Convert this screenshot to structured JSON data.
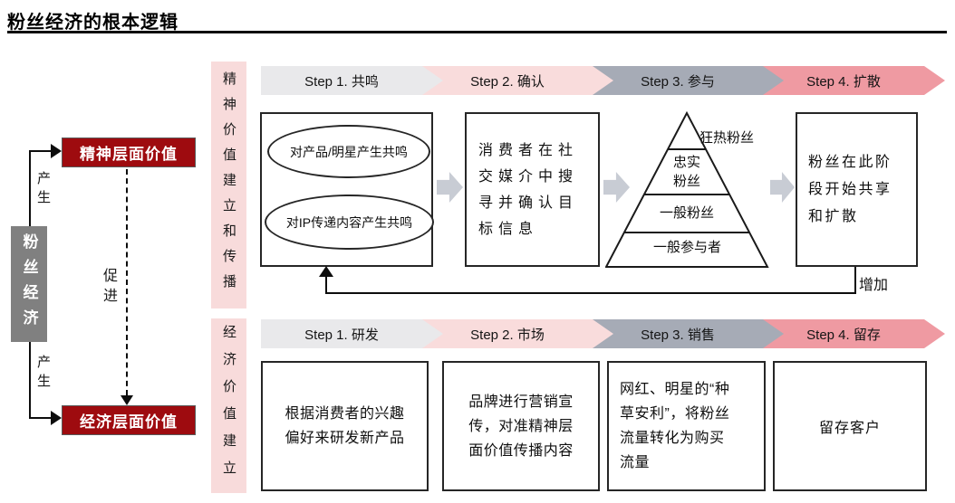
{
  "title": "粉丝经济的根本逻辑",
  "left_panel": {
    "source_box": "粉丝经济",
    "spiritual_value_box": "精神层面价值",
    "economic_value_box": "经济层面价值",
    "generate_label_top": "产生",
    "generate_label_bottom": "产生",
    "promote_label": "促进"
  },
  "spiritual_section": {
    "side_label": "精神价值建立和传播",
    "steps": [
      {
        "label": "Step 1. 共鸣"
      },
      {
        "label": "Step 2. 确认"
      },
      {
        "label": "Step 3. 参与"
      },
      {
        "label": "Step 4. 扩散"
      }
    ],
    "resonance_ellipse_1": "对产品/明星产生共鸣",
    "resonance_ellipse_2": "对IP传递内容产生共鸣",
    "confirm_box": "消费者在社\n交媒介中搜\n寻并确认目\n标信息",
    "pyramid": {
      "level_1": "狂热粉丝",
      "level_2": "忠实\n粉丝",
      "level_3": "一般粉丝",
      "level_4": "一般参与者"
    },
    "spread_box": "粉丝在此阶\n段开始共享\n和扩散",
    "feedback_label": "增加"
  },
  "economic_section": {
    "side_label": "经济价值建立",
    "steps": [
      {
        "label": "Step 1. 研发"
      },
      {
        "label": "Step 2. 市场"
      },
      {
        "label": "Step 3. 销售"
      },
      {
        "label": "Step 4. 留存"
      }
    ],
    "rd_box": "根据消费者的兴趣\n偏好来研发新产品",
    "marketing_box": "品牌进行营销宣\n传，对准精神层\n面价值传播内容",
    "sales_box": "网红、明星的“种\n草安利”，将粉丝\n流量转化为购买\n流量",
    "retention_box": "留存客户"
  },
  "colors": {
    "dark_red": "#9e0b0f",
    "source_gray": "#808080",
    "strip_pink": "#f8dbdb",
    "step1_light_gray": "#e9e9eb",
    "step2_light_pink": "#f9dcdc",
    "step3_slate_gray": "#a6abb6",
    "step4_salmon": "#ef9aa2",
    "block_arrow_gray": "#c8ccd4"
  }
}
